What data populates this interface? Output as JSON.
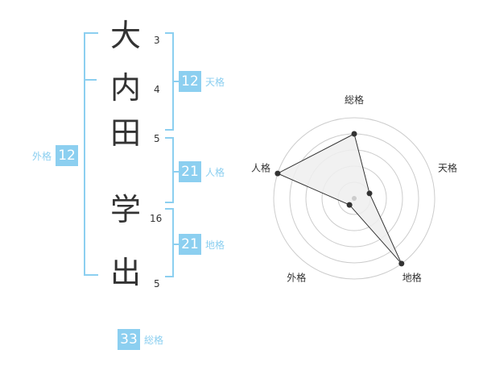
{
  "name": {
    "chars": [
      {
        "char": "大",
        "strokes": "3"
      },
      {
        "char": "内",
        "strokes": "4"
      },
      {
        "char": "田",
        "strokes": "5"
      },
      {
        "char": "学",
        "strokes": "16"
      },
      {
        "char": "出",
        "strokes": "5"
      }
    ]
  },
  "kaku": {
    "tenkaku": {
      "value": "12",
      "label": "天格"
    },
    "jinkaku": {
      "value": "21",
      "label": "人格"
    },
    "chikaku": {
      "value": "21",
      "label": "地格"
    },
    "gaikaku": {
      "value": "12",
      "label": "外格"
    },
    "soukaku": {
      "value": "33",
      "label": "総格"
    }
  },
  "chart_data": {
    "type": "radar",
    "axes": [
      "総格",
      "天格",
      "地格",
      "外格",
      "人格"
    ],
    "values": [
      4,
      1,
      5,
      0.5,
      5
    ],
    "rmax": 5,
    "rings": 5,
    "colors": {
      "fill": "#eeeeee",
      "line": "#333333",
      "ring": "#cccccc",
      "center": "#cccccc"
    }
  }
}
